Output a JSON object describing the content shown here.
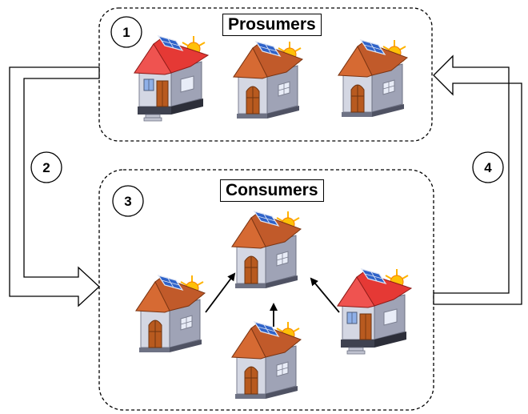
{
  "groups": {
    "prosumers": {
      "title": "Prosumers",
      "step": "1"
    },
    "consumers": {
      "title": "Consumers",
      "step": "3"
    }
  },
  "flows": {
    "to_consumers_step": "2",
    "to_prosumers_step": "4"
  },
  "colors": {
    "red_roof": "#e53935",
    "brown_roof": "#c15a2a",
    "wall": "#c9ccd8",
    "door": "#b85a1f",
    "panel": "#2f63c9",
    "sun": "#ffb300"
  }
}
